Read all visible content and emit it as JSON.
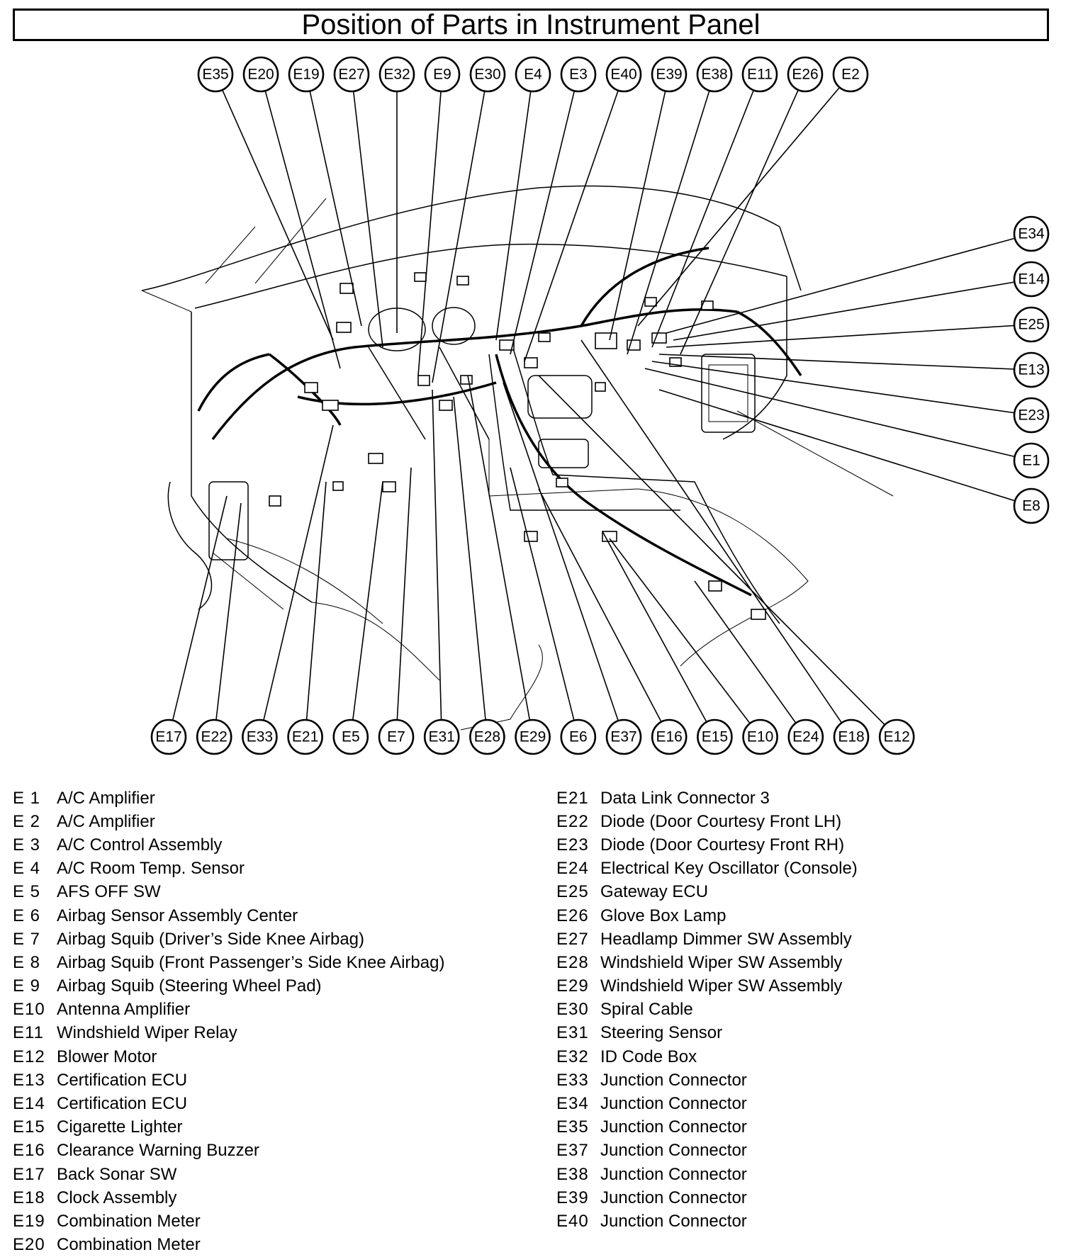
{
  "title": "Position of Parts in Instrument Panel",
  "callouts_top": [
    "E35",
    "E20",
    "E19",
    "E27",
    "E32",
    "E9",
    "E30",
    "E4",
    "E3",
    "E40",
    "E39",
    "E38",
    "E11",
    "E26",
    "E2"
  ],
  "callouts_right": [
    "E34",
    "E14",
    "E25",
    "E13",
    "E23",
    "E1",
    "E8"
  ],
  "callouts_bottom": [
    "E17",
    "E22",
    "E33",
    "E21",
    "E5",
    "E7",
    "E31",
    "E28",
    "E29",
    "E6",
    "E37",
    "E16",
    "E15",
    "E10",
    "E24",
    "E18",
    "E12"
  ],
  "legend_left": [
    {
      "code": "E  1",
      "name": "A/C Amplifier"
    },
    {
      "code": "E  2",
      "name": "A/C Amplifier"
    },
    {
      "code": "E  3",
      "name": "A/C Control Assembly"
    },
    {
      "code": "E  4",
      "name": "A/C Room Temp. Sensor"
    },
    {
      "code": "E  5",
      "name": "AFS OFF SW"
    },
    {
      "code": "E  6",
      "name": "Airbag Sensor Assembly Center"
    },
    {
      "code": "E  7",
      "name": "Airbag Squib (Driver’s Side Knee Airbag)"
    },
    {
      "code": "E  8",
      "name": "Airbag Squib (Front Passenger’s Side Knee Airbag)"
    },
    {
      "code": "E  9",
      "name": "Airbag Squib (Steering Wheel Pad)"
    },
    {
      "code": "E10",
      "name": "Antenna Amplifier"
    },
    {
      "code": "E11",
      "name": "Windshield Wiper Relay"
    },
    {
      "code": "E12",
      "name": "Blower Motor"
    },
    {
      "code": "E13",
      "name": "Certification ECU"
    },
    {
      "code": "E14",
      "name": "Certification ECU"
    },
    {
      "code": "E15",
      "name": "Cigarette Lighter"
    },
    {
      "code": "E16",
      "name": "Clearance Warning Buzzer"
    },
    {
      "code": "E17",
      "name": "Back Sonar SW"
    },
    {
      "code": "E18",
      "name": "Clock Assembly"
    },
    {
      "code": "E19",
      "name": "Combination Meter"
    },
    {
      "code": "E20",
      "name": "Combination Meter"
    }
  ],
  "legend_right": [
    {
      "code": "E21",
      "name": "Data Link Connector 3"
    },
    {
      "code": "E22",
      "name": "Diode (Door Courtesy Front LH)"
    },
    {
      "code": "E23",
      "name": "Diode (Door Courtesy Front RH)"
    },
    {
      "code": "E24",
      "name": "Electrical Key Oscillator (Console)"
    },
    {
      "code": "E25",
      "name": "Gateway ECU"
    },
    {
      "code": "E26",
      "name": "Glove Box Lamp"
    },
    {
      "code": "E27",
      "name": "Headlamp Dimmer SW Assembly"
    },
    {
      "code": "E28",
      "name": "Windshield Wiper SW Assembly"
    },
    {
      "code": "E29",
      "name": "Windshield Wiper SW Assembly"
    },
    {
      "code": "E30",
      "name": "Spiral Cable"
    },
    {
      "code": "E31",
      "name": "Steering Sensor"
    },
    {
      "code": "E32",
      "name": "ID Code Box"
    },
    {
      "code": "E33",
      "name": "Junction Connector"
    },
    {
      "code": "E34",
      "name": "Junction Connector"
    },
    {
      "code": "E35",
      "name": "Junction Connector"
    },
    {
      "code": "E37",
      "name": "Junction Connector"
    },
    {
      "code": "E38",
      "name": "Junction Connector"
    },
    {
      "code": "E39",
      "name": "Junction Connector"
    },
    {
      "code": "E40",
      "name": "Junction Connector"
    }
  ]
}
